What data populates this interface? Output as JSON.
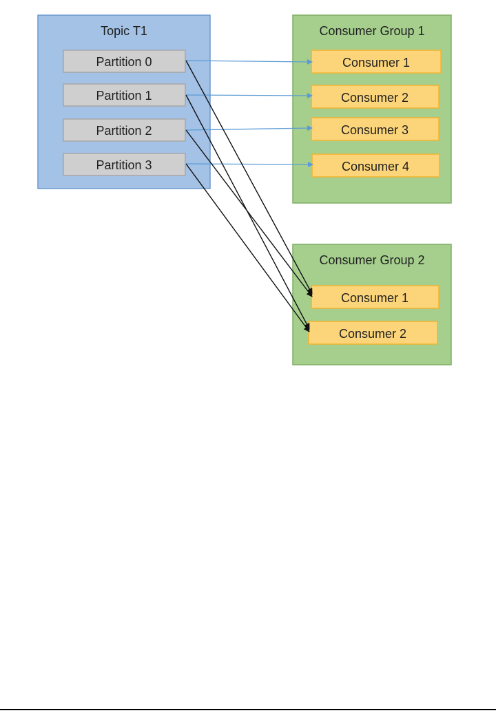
{
  "colors": {
    "topic_fill": "#a4c1e6",
    "topic_stroke": "#6d99cf",
    "group_fill": "#a6cf8e",
    "group_stroke": "#7fae63",
    "partition_fill": "#cfcfcf",
    "partition_stroke": "#a7a7a7",
    "consumer_fill": "#fcd57a",
    "consumer_stroke": "#f1b431",
    "arrow_group1": "#5b9bd5",
    "arrow_group2": "#111111"
  },
  "topic": {
    "title": "Topic T1",
    "partitions": [
      "Partition 0",
      "Partition 1",
      "Partition 2",
      "Partition 3"
    ]
  },
  "groups": [
    {
      "title": "Consumer Group 1",
      "consumers": [
        "Consumer 1",
        "Consumer 2",
        "Consumer 3",
        "Consumer 4"
      ]
    },
    {
      "title": "Consumer Group 2",
      "consumers": [
        "Consumer 1",
        "Consumer 2"
      ]
    }
  ],
  "assignments": [
    {
      "partition": 0,
      "group": 0,
      "consumer": 0
    },
    {
      "partition": 1,
      "group": 0,
      "consumer": 1
    },
    {
      "partition": 2,
      "group": 0,
      "consumer": 2
    },
    {
      "partition": 3,
      "group": 0,
      "consumer": 3
    },
    {
      "partition": 0,
      "group": 1,
      "consumer": 0
    },
    {
      "partition": 1,
      "group": 1,
      "consumer": 1
    },
    {
      "partition": 2,
      "group": 1,
      "consumer": 0
    },
    {
      "partition": 3,
      "group": 1,
      "consumer": 1
    }
  ]
}
